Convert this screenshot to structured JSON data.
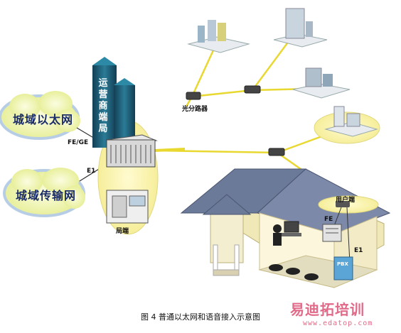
{
  "diagram": {
    "clouds": {
      "metro_ethernet": "城域以太网",
      "metro_transport": "城域传输网"
    },
    "tower_label": "运营商端局",
    "links": {
      "fe_ge": "FE/GE",
      "e1_left": "E1",
      "fe_user": "FE",
      "e1_user": "E1"
    },
    "nodes": {
      "splitter": "光分路器",
      "office_end": "局端",
      "user_end": "用户端",
      "pbx_label": "PBX"
    },
    "caption": "图 4  普通以太网和语音接入示意图",
    "watermark": {
      "brand": "易迪拓培训",
      "url": "www.edatop.com"
    }
  },
  "colors": {
    "fiber": "#e8d830",
    "cloud": "#eef3a8",
    "tower": "#1f5f7a",
    "house_roof": "#6c7a99",
    "house_wall": "#f0e8b6",
    "watermark": "#e06a88"
  }
}
